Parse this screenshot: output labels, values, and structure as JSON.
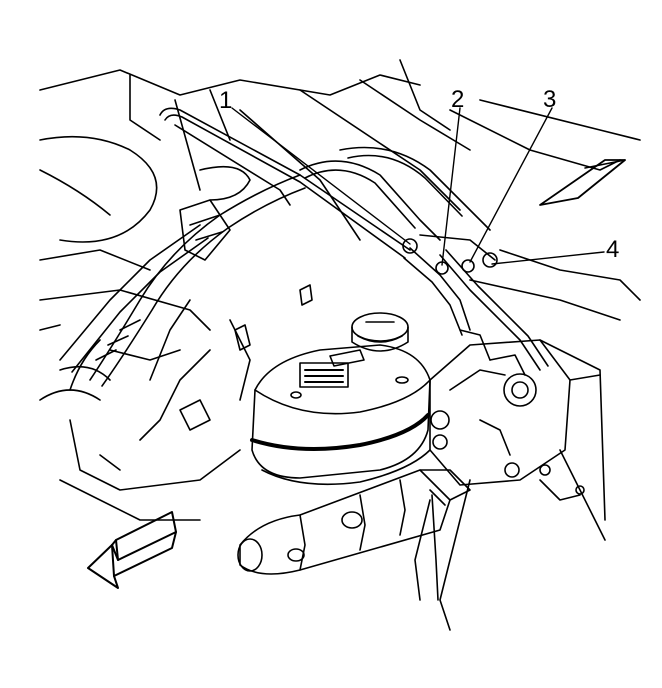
{
  "diagram": {
    "callouts": [
      {
        "id": "1",
        "label": "1"
      },
      {
        "id": "2",
        "label": "2"
      },
      {
        "id": "3",
        "label": "3"
      },
      {
        "id": "4",
        "label": "4"
      }
    ],
    "ink_color": "#000000",
    "background_color": "#ffffff",
    "icons": [
      "front-direction-arrow-icon",
      "reference-arrow-icon"
    ]
  }
}
